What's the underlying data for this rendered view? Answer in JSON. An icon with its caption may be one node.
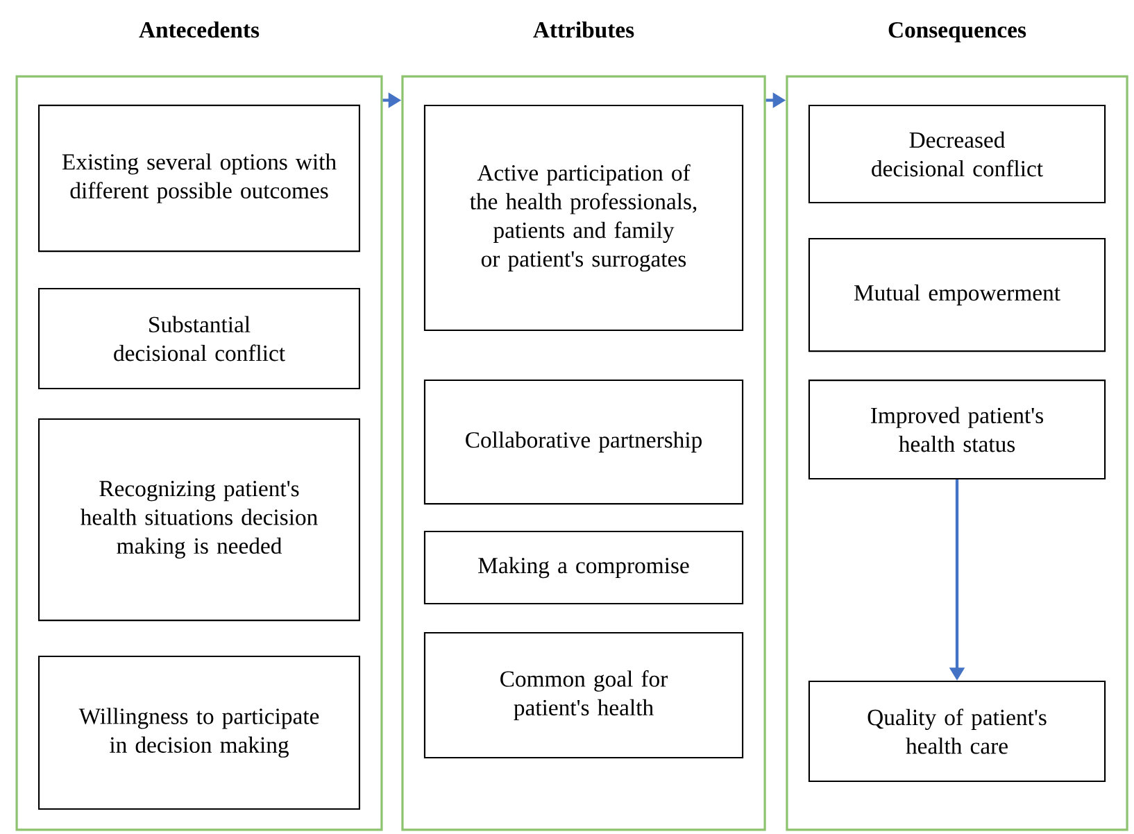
{
  "diagram": {
    "nodes": [
      {
        "text": [
          "Antecedents"
        ]
      },
      {
        "text": [
          "Existing several options with different possible outcomes"
        ],
        "in": 0
      },
      {
        "text": [
          "Substantial decisional conflict"
        ],
        "in": 0
      },
      {
        "text": [
          "Recognizing patient's health situations decision making is needed"
        ],
        "in": 0
      },
      {
        "text": [
          "Willingness to participate in decision making"
        ],
        "in": 0
      },
      {
        "text": [
          "Attributes"
        ]
      },
      {
        "text": [
          "Active participation of the health professionals, patients and family or patient's surrogates"
        ],
        "in": 5
      },
      {
        "text": [
          "Collaborative partnership"
        ],
        "in": 5
      },
      {
        "text": [
          "Making a compromise"
        ],
        "in": 5
      },
      {
        "text": [
          "Common goal for patient's health"
        ],
        "in": 5
      },
      {
        "text": [
          "Consequences"
        ]
      },
      {
        "text": [
          "Decreased decisional conflict"
        ],
        "in": 10
      },
      {
        "text": [
          "Mutual empowerment"
        ],
        "in": 10
      },
      {
        "text": [
          "Improved patient's health status"
        ],
        "in": 10
      },
      {
        "text": [
          "Quality of patient's health care"
        ],
        "in": 10
      }
    ],
    "edges": [
      {
        "from": 0,
        "to": 5,
        "arrow": "to"
      },
      {
        "from": 5,
        "to": 10,
        "arrow": "to"
      },
      {
        "from": 13,
        "to": 14,
        "arrow": "to"
      }
    ]
  }
}
